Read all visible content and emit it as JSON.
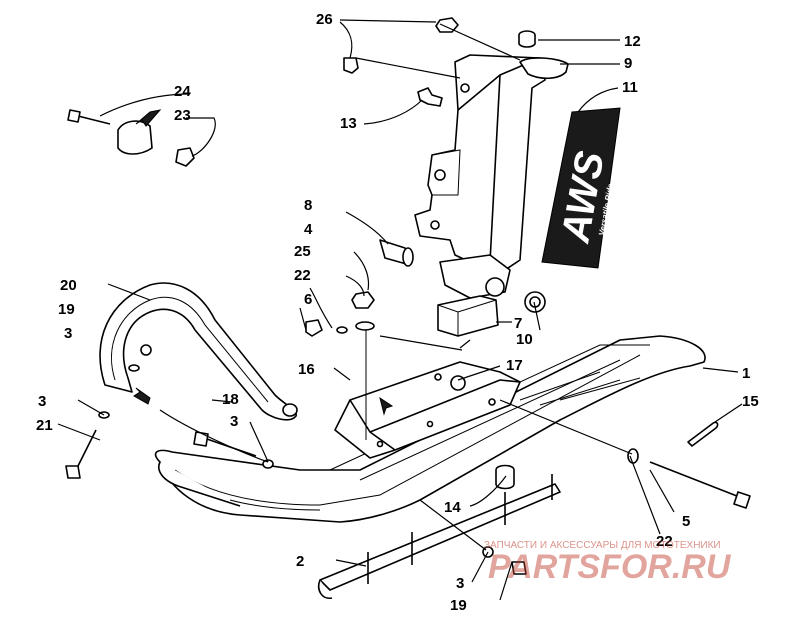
{
  "callouts": [
    {
      "id": "c1",
      "text": "1"
    },
    {
      "id": "c2",
      "text": "2"
    },
    {
      "id": "c3a",
      "text": "3"
    },
    {
      "id": "c3b",
      "text": "3"
    },
    {
      "id": "c3c",
      "text": "3"
    },
    {
      "id": "c3d",
      "text": "3"
    },
    {
      "id": "c4",
      "text": "4"
    },
    {
      "id": "c5",
      "text": "5"
    },
    {
      "id": "c6",
      "text": "6"
    },
    {
      "id": "c7",
      "text": "7"
    },
    {
      "id": "c8",
      "text": "8"
    },
    {
      "id": "c9",
      "text": "9"
    },
    {
      "id": "c10",
      "text": "10"
    },
    {
      "id": "c11",
      "text": "11"
    },
    {
      "id": "c12",
      "text": "12"
    },
    {
      "id": "c13",
      "text": "13"
    },
    {
      "id": "c14",
      "text": "14"
    },
    {
      "id": "c15",
      "text": "15"
    },
    {
      "id": "c16",
      "text": "16"
    },
    {
      "id": "c17",
      "text": "17"
    },
    {
      "id": "c18",
      "text": "18"
    },
    {
      "id": "c19a",
      "text": "19"
    },
    {
      "id": "c19b",
      "text": "19"
    },
    {
      "id": "c20",
      "text": "20"
    },
    {
      "id": "c21",
      "text": "21"
    },
    {
      "id": "c22a",
      "text": "22"
    },
    {
      "id": "c22b",
      "text": "22"
    },
    {
      "id": "c23",
      "text": "23"
    },
    {
      "id": "c24",
      "text": "24"
    },
    {
      "id": "c25",
      "text": "25"
    },
    {
      "id": "c26",
      "text": "26"
    }
  ],
  "decal": {
    "brand": "AWS",
    "subtitle": "Versatile Ride"
  },
  "watermark": {
    "tagline": "ЗАПЧАСТИ И АКСЕССУАРЫ ДЛЯ МОТОТЕХНИКИ",
    "logo": "PARTSFOR.RU"
  },
  "colors": {
    "line": "#000000",
    "background": "#ffffff",
    "watermark": "#c0392b",
    "decal": "#1a1a1a"
  }
}
